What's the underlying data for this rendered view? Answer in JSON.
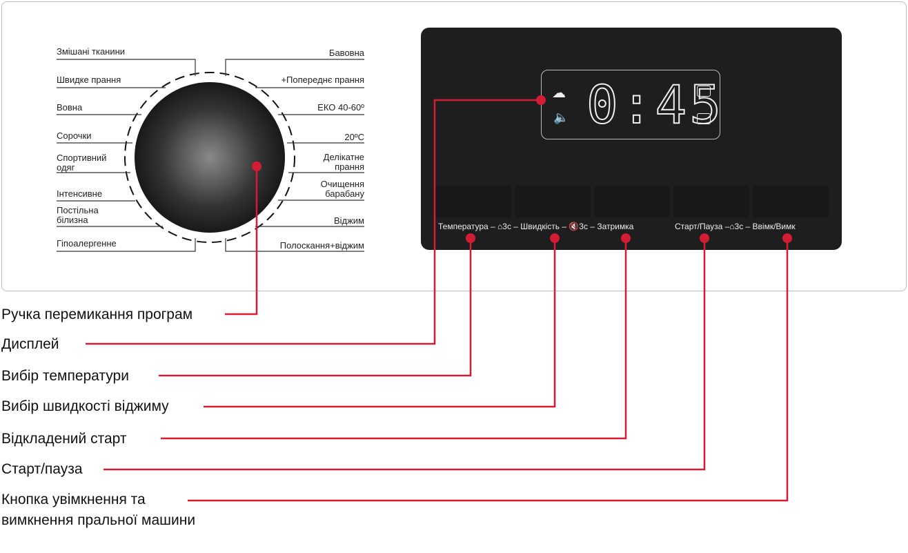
{
  "dial": {
    "left": [
      "Змішані тканини",
      "Швидке прання",
      "Вовна",
      "Сорочки",
      "Спортивний",
      "одяг",
      "Інтенсивне",
      "Постільна",
      "білизна",
      "Гіпоалергенне"
    ],
    "right": [
      "Бавовна",
      "+Попереднє прання",
      "ЕКО 40-60º",
      "20ºC",
      "Делікатне",
      "прання",
      "Очищення",
      "барабану",
      "Віджим",
      "Полоскання+віджим"
    ]
  },
  "display": {
    "time": "0:45",
    "icons": [
      "steam-icon",
      "mute-icon",
      "child-lock-icon",
      "lock-icon"
    ]
  },
  "buttons_label_1": "Температура – ⌂3c – Швидкість – 🔇3c – Затримка",
  "buttons_label_2": "Старт/Пауза –⌂3c – Ввімк/Вимк",
  "callouts": [
    "Ручка перемикання програм",
    "Дисплей",
    "Вибір температури",
    "Вибір швидкості віджиму",
    "Відкладений старт",
    "Старт/пауза",
    "Кнопка увімкнення та",
    "вимкнення пральної машини"
  ],
  "colors": {
    "accent": "#d41c34",
    "panel": "#1e1e1e"
  }
}
